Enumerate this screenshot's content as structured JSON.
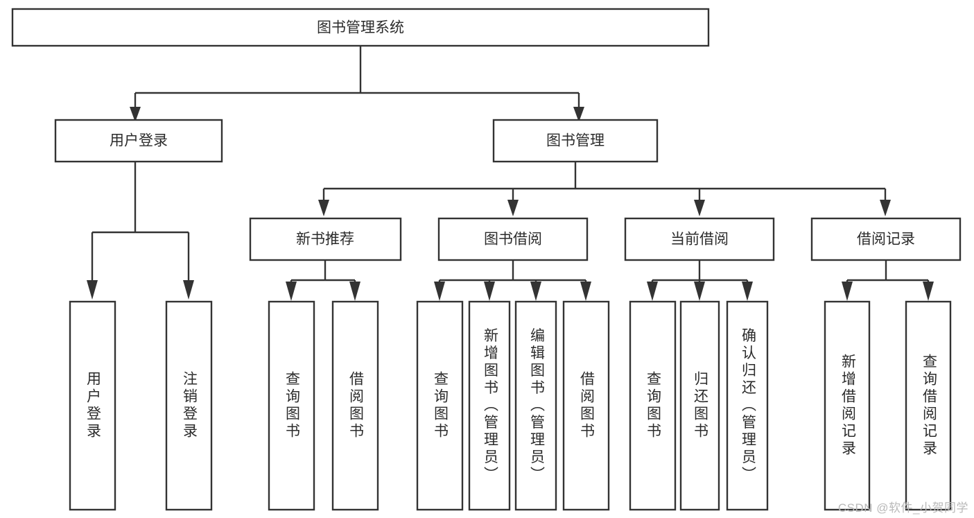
{
  "diagram": {
    "title": "图书管理系统",
    "watermark": "CSDN @软件_小贺同学",
    "colors": {
      "stroke": "#333333",
      "text": "#2b2b2b",
      "background": "#ffffff",
      "watermark": "#b9b9b9"
    },
    "nodes": {
      "root": "图书管理系统",
      "user_login": "用户登录",
      "book_manage": "图书管理",
      "new_book_rec": "新书推荐",
      "book_borrow": "图书借阅",
      "current_borrow": "当前借阅",
      "borrow_record": "借阅记录",
      "leaf_user_login": "用户登录",
      "leaf_logout": "注销登录",
      "leaf_query_book_1": "查询图书",
      "leaf_borrow_book_1": "借阅图书",
      "leaf_query_book_2": "查询图书",
      "leaf_add_book_admin": "新增图书（管理员）",
      "leaf_edit_book_admin": "编辑图书（管理员）",
      "leaf_borrow_book_2": "借阅图书",
      "leaf_query_book_3": "查询图书",
      "leaf_return_book": "归还图书",
      "leaf_confirm_return_admin": "确认归还（管理员）",
      "leaf_add_record": "新增借阅记录",
      "leaf_query_record": "查询借阅记录"
    }
  }
}
